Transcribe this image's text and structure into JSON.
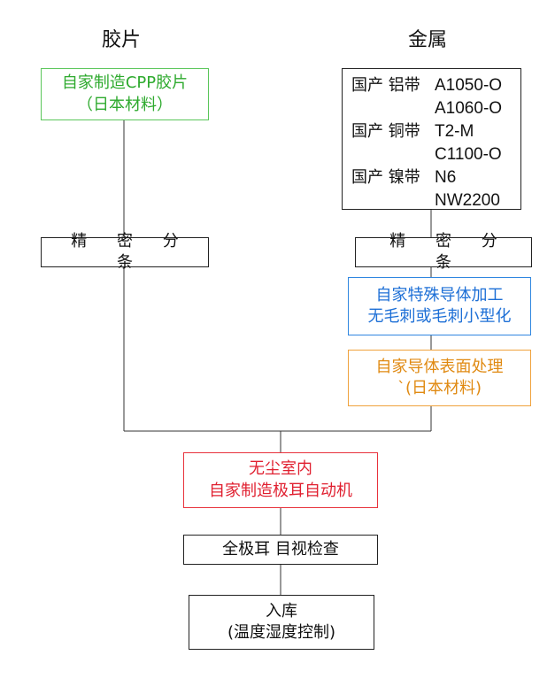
{
  "headers": {
    "film": "胶片",
    "metal": "金属"
  },
  "film_box": {
    "line1": "自家制造CPP胶片",
    "line2": "（日本材料）"
  },
  "metal_box": {
    "rows": [
      {
        "label": "国产 铝带",
        "value": "A1050-O"
      },
      {
        "label": "",
        "value": "A1060-O"
      },
      {
        "label": "国产 铜带",
        "value": "T2-M"
      },
      {
        "label": "",
        "value": "C1100-O"
      },
      {
        "label": "国产 镍带",
        "value": "N6"
      },
      {
        "label": "",
        "value": "NW2200"
      }
    ]
  },
  "slitting_left": "精 密 分 条",
  "slitting_right": "精 密 分 条",
  "conductor_box": {
    "line1": "自家特殊导体加工",
    "line2": "无毛刺或毛刺小型化"
  },
  "surface_box": {
    "line1": "自家导体表面处理",
    "line2": "`(日本材料)"
  },
  "cleanroom_box": {
    "line1": "无尘室内",
    "line2": "自家制造极耳自动机"
  },
  "inspection_box": "全极耳 目视检查",
  "storage_box": {
    "line1": "入库",
    "line2": "(温度湿度控制)"
  },
  "colors": {
    "green": "#2eaa2e",
    "blue": "#1d6fd6",
    "orange": "#e08a12",
    "red": "#e02030",
    "line": "#222222"
  }
}
